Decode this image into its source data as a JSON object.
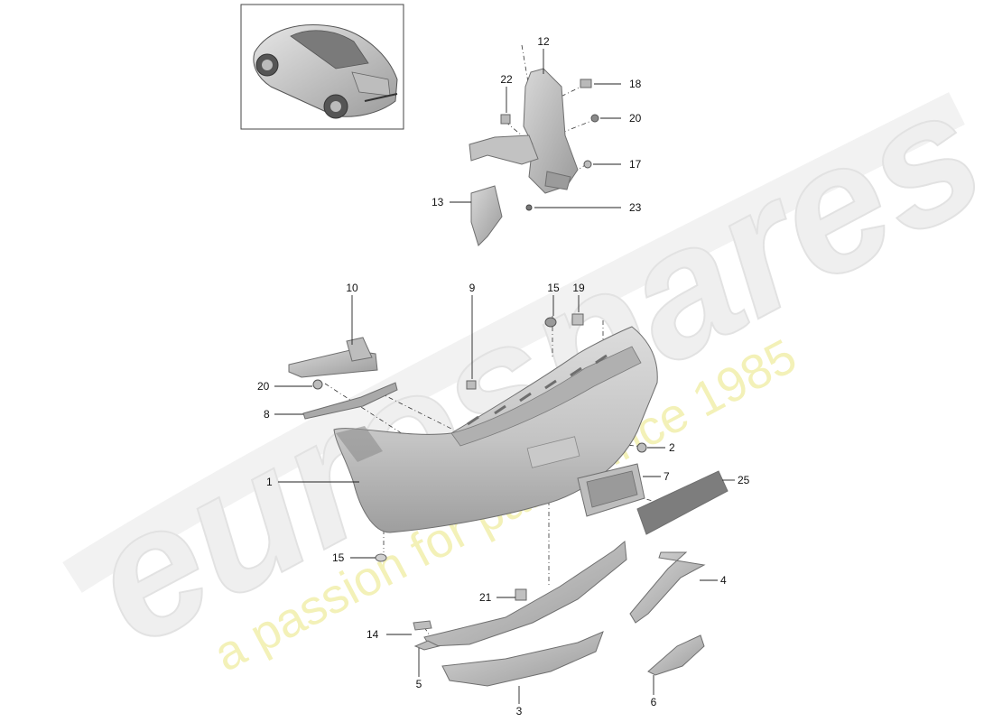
{
  "watermark": {
    "brand": "eurospares",
    "tagline": "a passion for parts since 1985",
    "colors": {
      "brand": "#efefef",
      "tagline": "#f3f1b8"
    }
  },
  "thumbnail": {
    "icon": "car-overview-icon"
  },
  "callouts": {
    "c12": "12",
    "c22": "22",
    "c18": "18",
    "c20a": "20",
    "c17": "17",
    "c13": "13",
    "c23": "23",
    "c10": "10",
    "c9": "9",
    "c15a": "15",
    "c19": "19",
    "c20b": "20",
    "c8": "8",
    "c2": "2",
    "c1": "1",
    "c7": "7",
    "c25": "25",
    "c15b": "15",
    "c4": "4",
    "c21": "21",
    "c14": "14",
    "c5": "5",
    "c3": "3",
    "c6": "6"
  }
}
